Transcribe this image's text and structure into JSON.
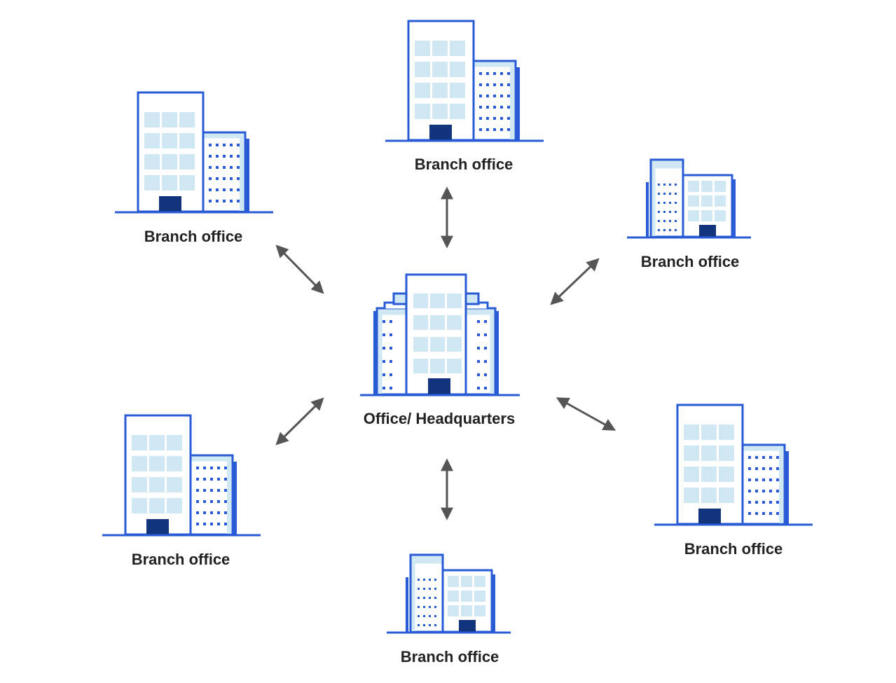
{
  "colors": {
    "outline": "#2a5bd7",
    "window": "#cfe8f3",
    "door": "#12347c",
    "dot": "#2a5bd7",
    "arrow": "#555555",
    "text": "#222222"
  },
  "diagram": {
    "headquarters": {
      "label": "Office/ Headquarters",
      "icon": "headquarters-building-icon"
    },
    "branches": [
      {
        "label": "Branch office",
        "icon": "office-building-icon"
      },
      {
        "label": "Branch office",
        "icon": "office-building-icon"
      },
      {
        "label": "Branch office",
        "icon": "office-building-icon"
      },
      {
        "label": "Branch office",
        "icon": "office-building-icon"
      },
      {
        "label": "Branch office",
        "icon": "office-building-icon"
      },
      {
        "label": "Branch office",
        "icon": "office-building-icon"
      }
    ],
    "connector": "bidirectional-arrow"
  }
}
